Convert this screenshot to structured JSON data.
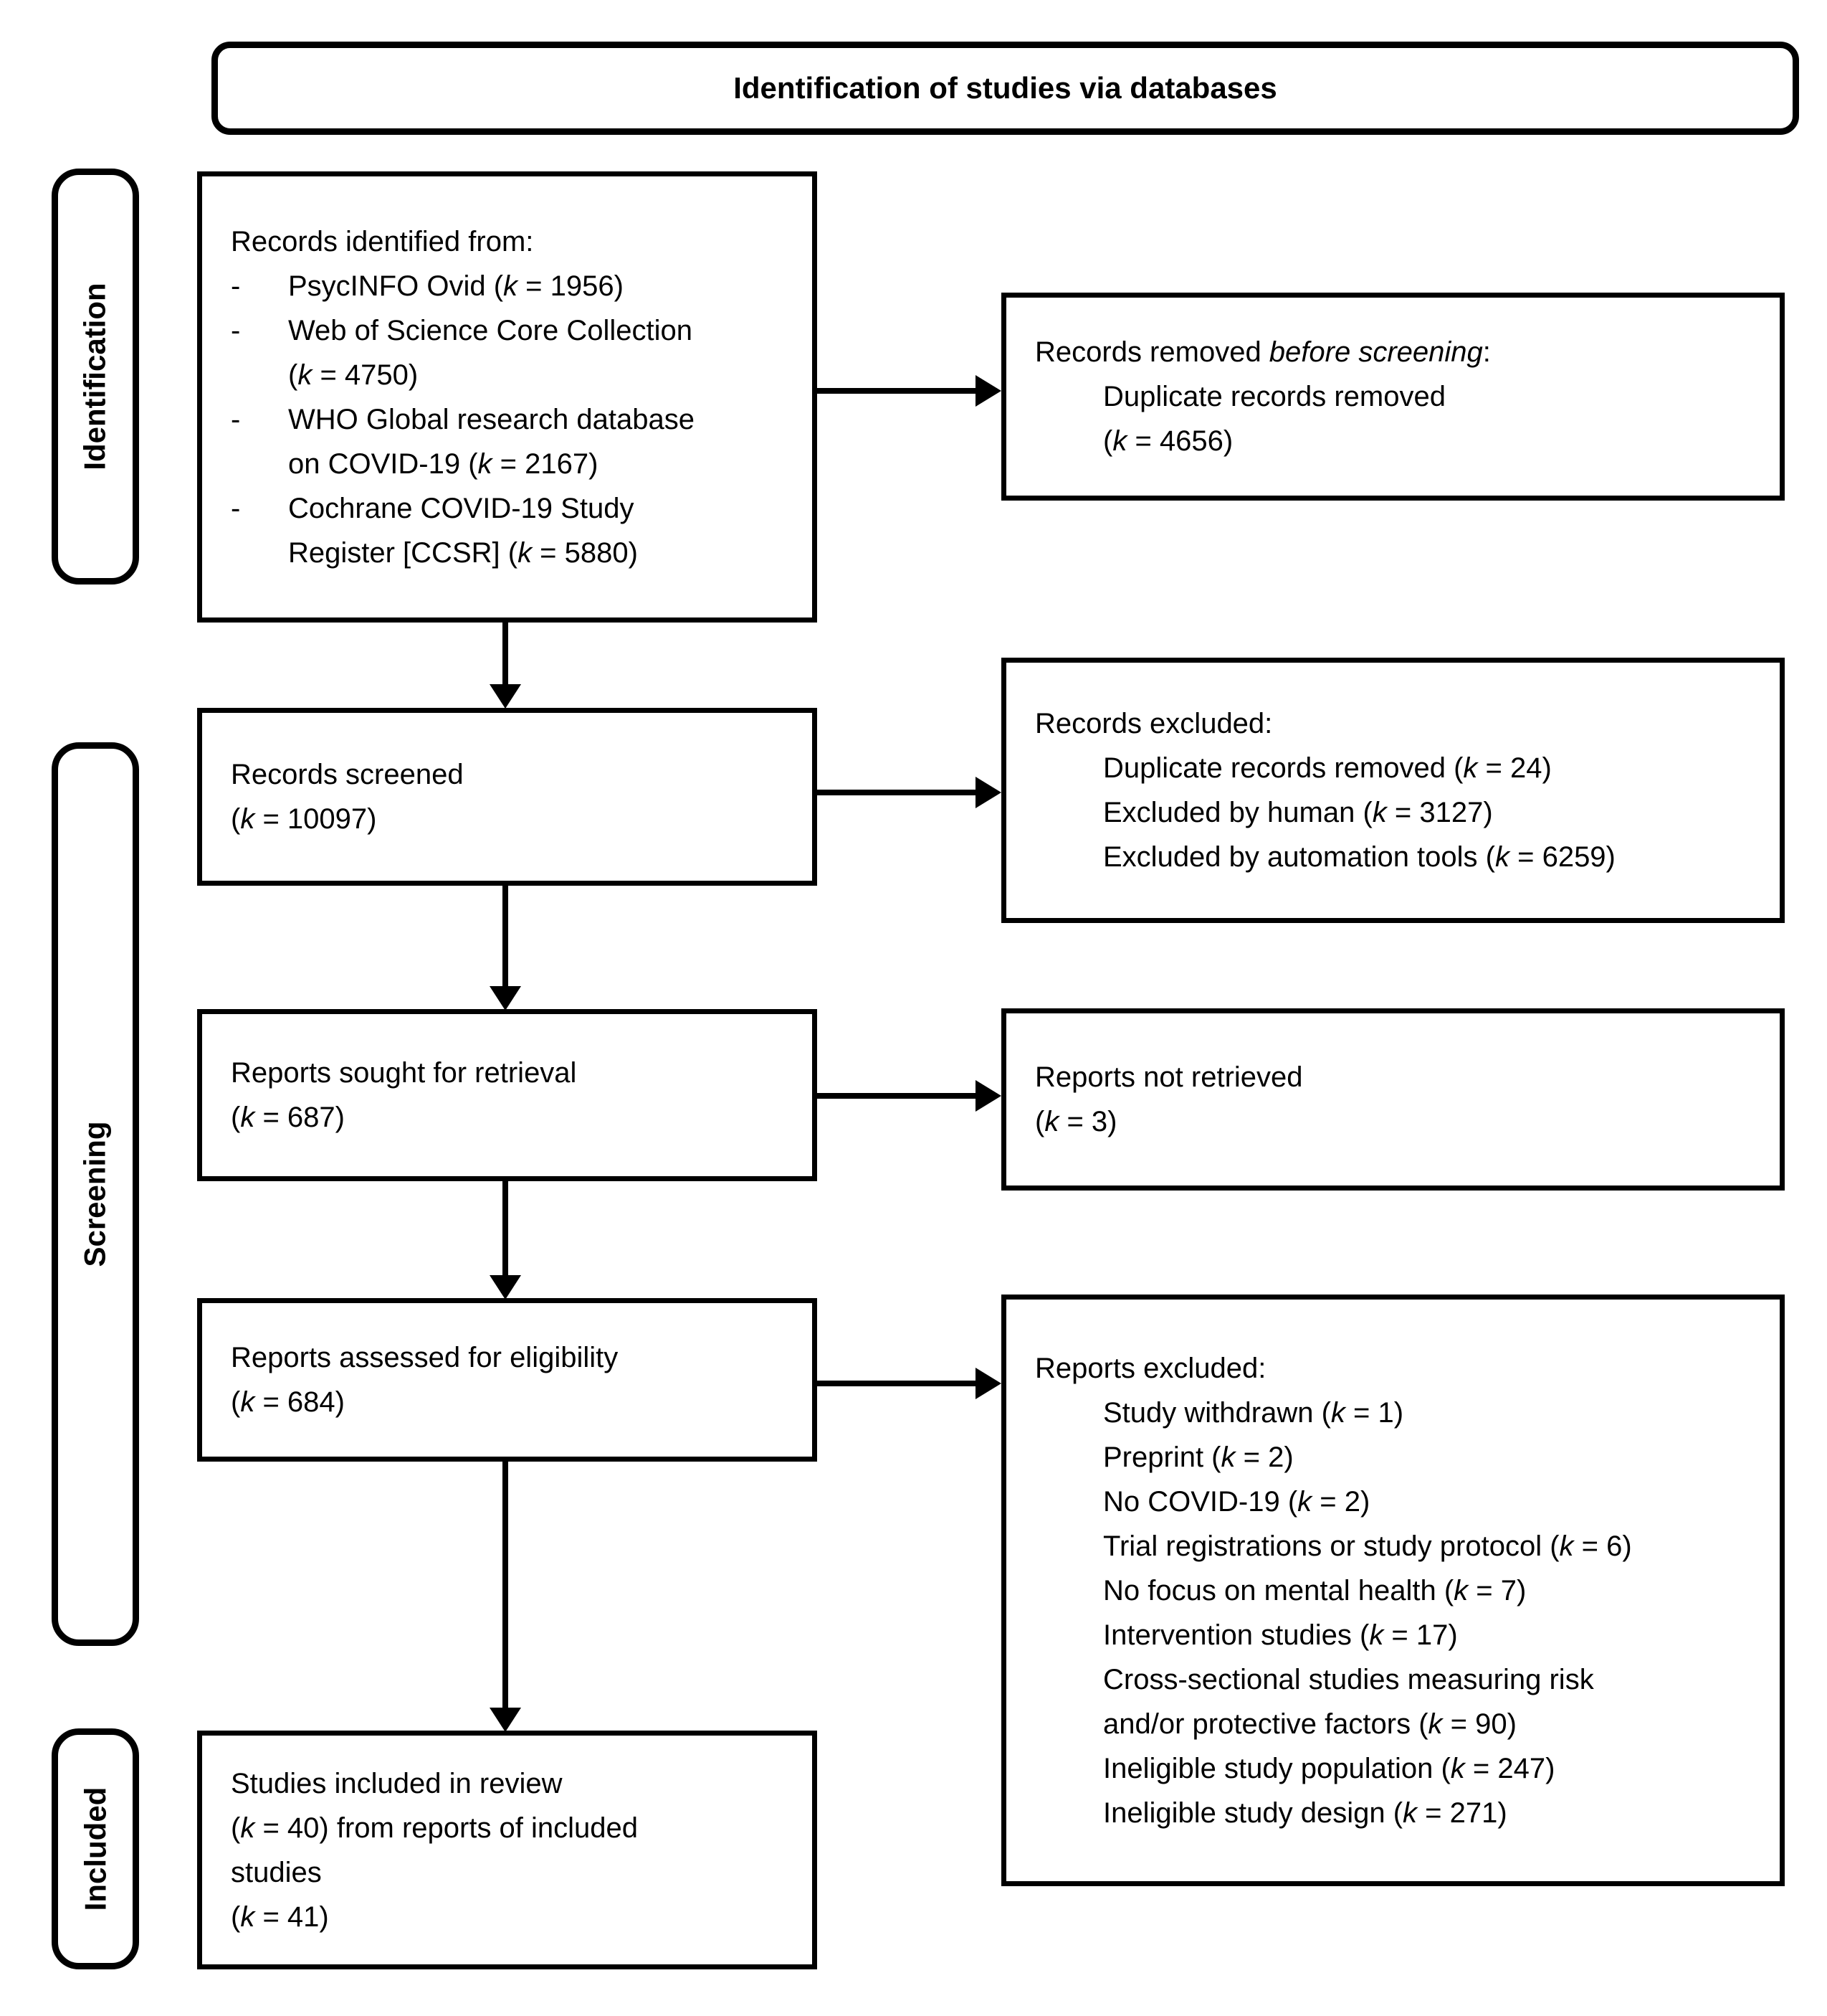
{
  "title": "Identification of studies via databases",
  "colors": {
    "ink": "#000000",
    "paper": "#ffffff"
  },
  "stages": {
    "identification": "Identification",
    "screening": "Screening",
    "included": "Included"
  },
  "boxes": {
    "records_identified": {
      "lines": [
        {
          "segs": [
            {
              "t": "Records identified from:",
              "i": false
            }
          ]
        },
        {
          "bullet": true,
          "segs": [
            {
              "t": "PsycINFO Ovid (",
              "i": false
            },
            {
              "t": "k",
              "i": true
            },
            {
              "t": " = 1956)",
              "i": false
            }
          ]
        },
        {
          "bullet": true,
          "segs": [
            {
              "t": "Web of Science Core Collection",
              "i": false
            }
          ]
        },
        {
          "cont": true,
          "segs": [
            {
              "t": "(",
              "i": false
            },
            {
              "t": "k",
              "i": true
            },
            {
              "t": " = 4750)",
              "i": false
            }
          ]
        },
        {
          "bullet": true,
          "segs": [
            {
              "t": "WHO Global research database",
              "i": false
            }
          ]
        },
        {
          "cont": true,
          "segs": [
            {
              "t": "on COVID-19 (",
              "i": false
            },
            {
              "t": "k",
              "i": true
            },
            {
              "t": " = 2167)",
              "i": false
            }
          ]
        },
        {
          "bullet": true,
          "segs": [
            {
              "t": "Cochrane COVID-19 Study",
              "i": false
            }
          ]
        },
        {
          "cont": true,
          "segs": [
            {
              "t": "Register [CCSR] (",
              "i": false
            },
            {
              "t": "k",
              "i": true
            },
            {
              "t": " = 5880)",
              "i": false
            }
          ]
        }
      ]
    },
    "records_removed": {
      "lines": [
        {
          "segs": [
            {
              "t": "Records removed ",
              "i": false
            },
            {
              "t": "before screening",
              "i": true
            },
            {
              "t": ":",
              "i": false
            }
          ]
        },
        {
          "ind": true,
          "segs": [
            {
              "t": "Duplicate records removed",
              "i": false
            }
          ]
        },
        {
          "ind": true,
          "segs": [
            {
              "t": "(",
              "i": false
            },
            {
              "t": "k",
              "i": true
            },
            {
              "t": " = 4656)",
              "i": false
            }
          ]
        }
      ]
    },
    "records_screened": {
      "lines": [
        {
          "segs": [
            {
              "t": "Records screened",
              "i": false
            }
          ]
        },
        {
          "segs": [
            {
              "t": "(",
              "i": false
            },
            {
              "t": "k",
              "i": true
            },
            {
              "t": " = 10097)",
              "i": false
            }
          ]
        }
      ]
    },
    "records_excluded": {
      "lines": [
        {
          "segs": [
            {
              "t": "Records excluded:",
              "i": false
            }
          ]
        },
        {
          "ind": true,
          "segs": [
            {
              "t": "Duplicate records removed (",
              "i": false
            },
            {
              "t": "k",
              "i": true
            },
            {
              "t": " = 24)",
              "i": false
            }
          ]
        },
        {
          "ind": true,
          "segs": [
            {
              "t": "Excluded by human (",
              "i": false
            },
            {
              "t": "k",
              "i": true
            },
            {
              "t": " = 3127)",
              "i": false
            }
          ]
        },
        {
          "ind": true,
          "segs": [
            {
              "t": "Excluded by automation tools (",
              "i": false
            },
            {
              "t": "k",
              "i": true
            },
            {
              "t": " = 6259)",
              "i": false
            }
          ]
        }
      ]
    },
    "reports_sought": {
      "lines": [
        {
          "segs": [
            {
              "t": "Reports sought for retrieval",
              "i": false
            }
          ]
        },
        {
          "segs": [
            {
              "t": "(",
              "i": false
            },
            {
              "t": "k",
              "i": true
            },
            {
              "t": " = 687)",
              "i": false
            }
          ]
        }
      ]
    },
    "reports_not_retrieved": {
      "lines": [
        {
          "segs": [
            {
              "t": "Reports not retrieved",
              "i": false
            }
          ]
        },
        {
          "segs": [
            {
              "t": "(",
              "i": false
            },
            {
              "t": "k",
              "i": true
            },
            {
              "t": " = 3)",
              "i": false
            }
          ]
        }
      ]
    },
    "reports_assessed": {
      "lines": [
        {
          "segs": [
            {
              "t": "Reports assessed for eligibility",
              "i": false
            }
          ]
        },
        {
          "segs": [
            {
              "t": "(",
              "i": false
            },
            {
              "t": "k",
              "i": true
            },
            {
              "t": " = 684)",
              "i": false
            }
          ]
        }
      ]
    },
    "reports_excluded": {
      "lines": [
        {
          "segs": [
            {
              "t": "Reports excluded:",
              "i": false
            }
          ]
        },
        {
          "ind": true,
          "segs": [
            {
              "t": "Study withdrawn (",
              "i": false
            },
            {
              "t": "k",
              "i": true
            },
            {
              "t": " = 1)",
              "i": false
            }
          ]
        },
        {
          "ind": true,
          "segs": [
            {
              "t": "Preprint (",
              "i": false
            },
            {
              "t": "k",
              "i": true
            },
            {
              "t": " = 2)",
              "i": false
            }
          ]
        },
        {
          "ind": true,
          "segs": [
            {
              "t": "No COVID-19 (",
              "i": false
            },
            {
              "t": "k",
              "i": true
            },
            {
              "t": " = 2)",
              "i": false
            }
          ]
        },
        {
          "ind": true,
          "segs": [
            {
              "t": "Trial registrations or study protocol (",
              "i": false
            },
            {
              "t": "k",
              "i": true
            },
            {
              "t": " = 6)",
              "i": false
            }
          ]
        },
        {
          "ind": true,
          "segs": [
            {
              "t": "No focus on mental health (",
              "i": false
            },
            {
              "t": "k",
              "i": true
            },
            {
              "t": " = 7)",
              "i": false
            }
          ]
        },
        {
          "ind": true,
          "segs": [
            {
              "t": "Intervention studies (",
              "i": false
            },
            {
              "t": "k",
              "i": true
            },
            {
              "t": " = 17)",
              "i": false
            }
          ]
        },
        {
          "ind": true,
          "segs": [
            {
              "t": "Cross-sectional studies measuring risk",
              "i": false
            }
          ]
        },
        {
          "ind": true,
          "segs": [
            {
              "t": "and/or protective factors (",
              "i": false
            },
            {
              "t": "k",
              "i": true
            },
            {
              "t": " = 90)",
              "i": false
            }
          ]
        },
        {
          "ind": true,
          "segs": [
            {
              "t": "Ineligible study population (",
              "i": false
            },
            {
              "t": "k",
              "i": true
            },
            {
              "t": " = 247)",
              "i": false
            }
          ]
        },
        {
          "ind": true,
          "segs": [
            {
              "t": "Ineligible study design (",
              "i": false
            },
            {
              "t": "k",
              "i": true
            },
            {
              "t": " = 271)",
              "i": false
            }
          ]
        }
      ]
    },
    "studies_included": {
      "lines": [
        {
          "segs": [
            {
              "t": "Studies included in review",
              "i": false
            }
          ]
        },
        {
          "segs": [
            {
              "t": "(",
              "i": false
            },
            {
              "t": "k",
              "i": true
            },
            {
              "t": " = 40) from reports of included",
              "i": false
            }
          ]
        },
        {
          "segs": [
            {
              "t": "studies",
              "i": false
            }
          ]
        },
        {
          "segs": [
            {
              "t": "(",
              "i": false
            },
            {
              "t": "k",
              "i": true
            },
            {
              "t": " = 41)",
              "i": false
            }
          ]
        }
      ]
    }
  }
}
